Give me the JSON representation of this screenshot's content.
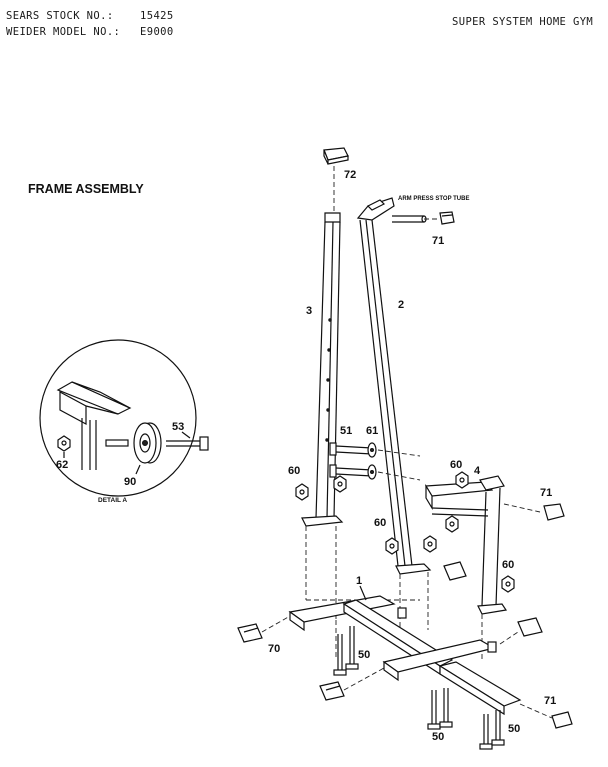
{
  "header": {
    "stock_label": "SEARS STOCK NO.:",
    "stock_value": "15425",
    "model_label": "WEIDER MODEL NO.:",
    "model_value": "E9000",
    "product_name": "SUPER SYSTEM HOME GYM"
  },
  "diagram": {
    "title": "FRAME ASSEMBLY",
    "top_label": "ARM PRESS STOP TUBE",
    "detail_label": "DETAIL A",
    "parts": {
      "p72": "72",
      "p71a": "71",
      "p3": "3",
      "p2": "2",
      "p53": "53",
      "p62": "62",
      "p90": "90",
      "p51": "51",
      "p61": "61",
      "p60a": "60",
      "p60b": "60",
      "p4": "4",
      "p71b": "71",
      "p60c": "60",
      "p60d": "60",
      "p1": "1",
      "p70": "70",
      "p50a": "50",
      "p71c": "71",
      "p50b": "50",
      "p50c": "50"
    }
  },
  "colors": {
    "ink": "#111111",
    "paper": "#ffffff"
  }
}
